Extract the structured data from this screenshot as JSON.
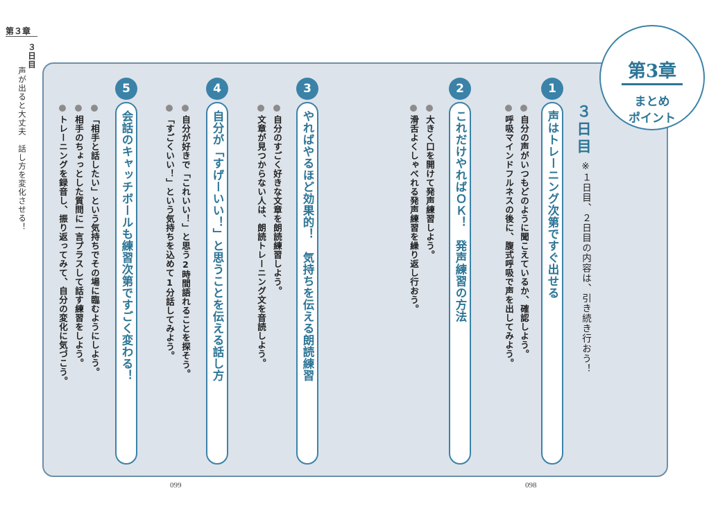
{
  "side": {
    "chapter": "第３章",
    "day": "３日目",
    "subtitle": "声が出ると大丈夫　話し方を変化させる！"
  },
  "badge": {
    "chapter": "第3章",
    "line1": "まとめ",
    "line2": "ポイント"
  },
  "day": {
    "title": "３日目",
    "note": "※１日目、２日目の内容は、引き続き行おう！"
  },
  "sections": [
    {
      "number": "1",
      "title": "声はトレーニング次第ですぐ出せる",
      "bullets": [
        "自分の声がいつもどのように聞こえているか、確認しよう。",
        "呼吸マインドフルネスの後に、腹式呼吸で声を出してみよう。"
      ]
    },
    {
      "number": "2",
      "title": "これだけやればＯＫ！　発声練習の方法",
      "bullets": [
        "大きく口を開けて発声練習しよう。",
        "滑舌よくしゃべれる発声練習を繰り返し行おう。"
      ]
    },
    {
      "number": "3",
      "title": "やればやるほど効果的！　気持ちを伝える朗読練習",
      "bullets": [
        "自分のすごく好きな文章を朗読練習しよう。",
        "文章が見つからない人は、朗読トレーニング文を音読しよう。"
      ]
    },
    {
      "number": "4",
      "title": "自分が「すげーいい！」と思うことを伝える話し方",
      "bullets": [
        "自分が好きで「これいい！」と思う2時間語れることを探そう。",
        "「すごくいい！」という気持ちを込めて1分話してみよう。"
      ]
    },
    {
      "number": "5",
      "title": "会話のキャッチボールも練習次第ですごく変わる！",
      "bullets": [
        "「相手と話したい」という気持ちでその場に臨むようにしよう。",
        "相手のちょっとした質問に一言プラスして話す練習をしよう。",
        "トレーニングを録音し、振り返ってみて、自分の変化に気づこう。"
      ]
    }
  ],
  "pages": {
    "left": "099",
    "right": "098"
  },
  "colors": {
    "accent": "#2c7596",
    "circle": "#3a82a8",
    "panel": "#dde3ea",
    "bullet": "#8c8c8c"
  }
}
